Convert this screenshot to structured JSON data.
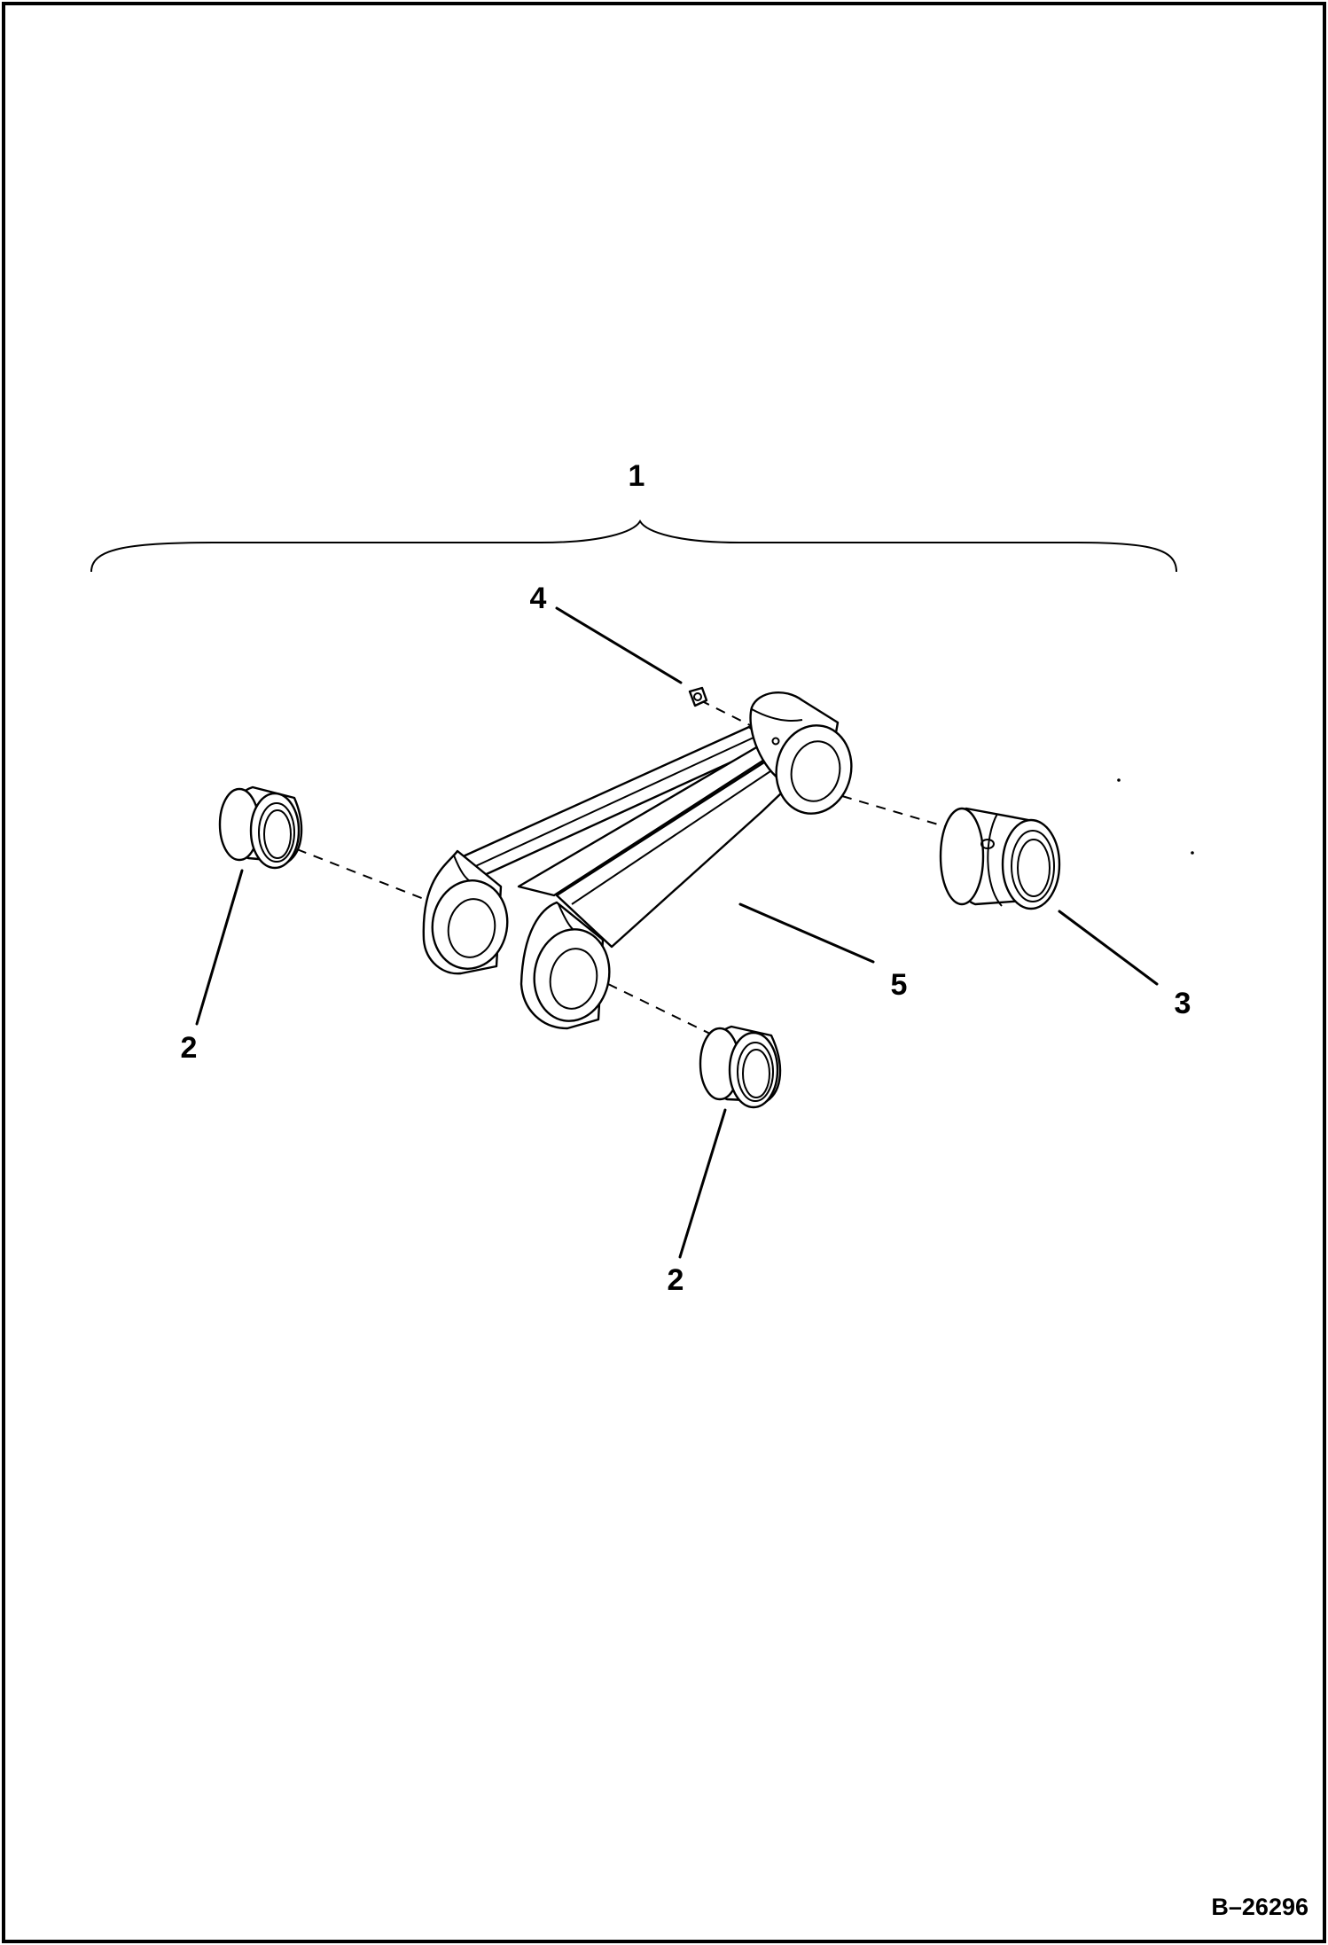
{
  "diagram": {
    "figure_reference": "B–26296",
    "callouts": {
      "assembly": "1",
      "bushing_left": "2",
      "bushing_bottom": "2",
      "bushing_right": "3",
      "fitting": "4",
      "link": "5"
    }
  }
}
